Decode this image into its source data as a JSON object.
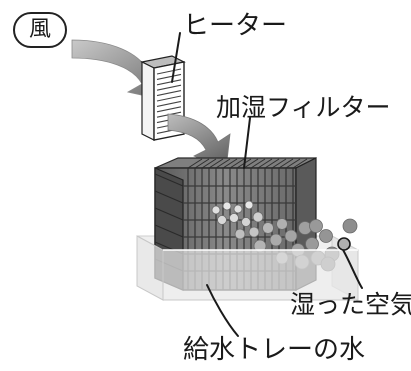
{
  "labels": {
    "wind": "風",
    "heater": "ヒーター",
    "humidifying_filter": "加湿フィルター",
    "moist_air": "湿った空気",
    "tray_water": "給水トレーの水"
  },
  "colors": {
    "arrow_fill": "#7a7a7a",
    "filter_body": "#6e6e6e",
    "filter_dark": "#3a3a3a",
    "droplet": "#9a9a9a",
    "tray_fill": "#e4e4e4",
    "tray_edge": "#c8c8c8",
    "text": "#1a1a1a"
  },
  "icons": {
    "wind_arrow": "curved-arrow-icon",
    "heater": "heater-block-icon",
    "filter": "filter-pleats-icon",
    "droplet": "water-droplet-icon",
    "tray": "water-tray-icon"
  }
}
